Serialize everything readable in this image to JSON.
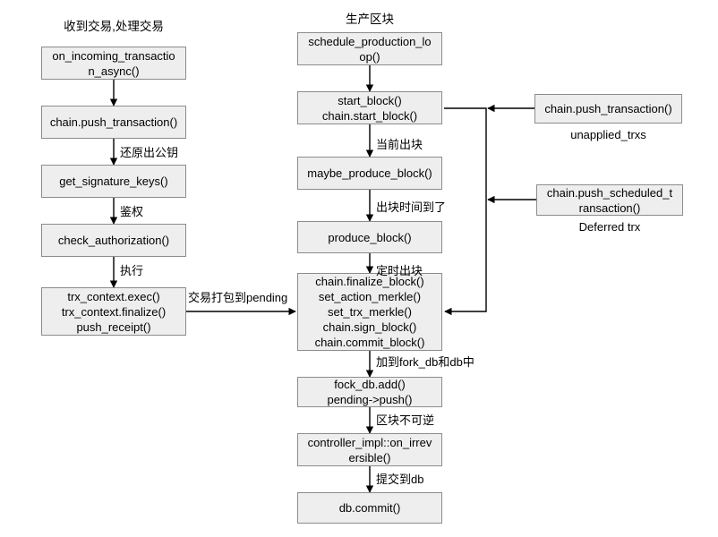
{
  "diagram": {
    "title_left": "收到交易,处理交易",
    "title_middle": "生产区块",
    "background": "#ffffff",
    "node_fill": "#eeeeee",
    "node_border": "#8c8c8c",
    "edge_color": "#000000",
    "text_color": "#000000"
  },
  "columns": {
    "left": {
      "heading": "收到交易,处理交易",
      "nodes": [
        {
          "id": "on_incoming",
          "label": "on_incoming_transactio\nn_async()"
        },
        {
          "id": "push_transaction",
          "label": "chain.push_transaction()"
        },
        {
          "id": "get_signature_keys",
          "label": "get_signature_keys()"
        },
        {
          "id": "check_authorization",
          "label": "check_authorization()"
        },
        {
          "id": "trx_context",
          "label": "trx_context.exec()\ntrx_context.finalize()\npush_receipt()"
        }
      ],
      "edge_labels": [
        {
          "id": "edge_restore_pubkey",
          "label": "还原出公钥"
        },
        {
          "id": "edge_auth",
          "label": "鉴权"
        },
        {
          "id": "edge_exec",
          "label": "执行"
        }
      ]
    },
    "middle": {
      "heading": "生产区块",
      "nodes": [
        {
          "id": "schedule_production_loop",
          "label": "schedule_production_lo\nop()"
        },
        {
          "id": "start_block",
          "label": "start_block()\nchain.start_block()"
        },
        {
          "id": "maybe_produce_block",
          "label": "maybe_produce_block()"
        },
        {
          "id": "produce_block",
          "label": "produce_block()"
        },
        {
          "id": "finalize_block",
          "label": "chain.finalize_block()\nset_action_merkle()\nset_trx_merkle()\nchain.sign_block()\nchain.commit_block()"
        },
        {
          "id": "fork_db_add",
          "label": "fock_db.add()\npending->push()"
        },
        {
          "id": "on_irreversible",
          "label": "controller_impl::on_irrev\nersible()"
        },
        {
          "id": "db_commit",
          "label": "db.commit()"
        }
      ],
      "edge_labels": [
        {
          "id": "edge_current_block",
          "label": "当前出块"
        },
        {
          "id": "edge_block_time",
          "label": "出块时间到了"
        },
        {
          "id": "edge_timed_block",
          "label": "定时出块"
        },
        {
          "id": "edge_add_forkdb",
          "label": "加到fork_db和db中"
        },
        {
          "id": "edge_irreversible",
          "label": "区块不可逆"
        },
        {
          "id": "edge_commit_db",
          "label": "提交到db"
        }
      ]
    },
    "right": {
      "nodes": [
        {
          "id": "push_transaction_right",
          "label": "chain.push_transaction()",
          "caption": "unapplied_trxs"
        },
        {
          "id": "push_scheduled_transaction",
          "label": "chain.push_scheduled_t\nransaction()",
          "caption": "Deferred trx"
        }
      ]
    }
  },
  "cross_edges": [
    {
      "id": "edge_pack_pending",
      "label": "交易打包到pending"
    }
  ]
}
